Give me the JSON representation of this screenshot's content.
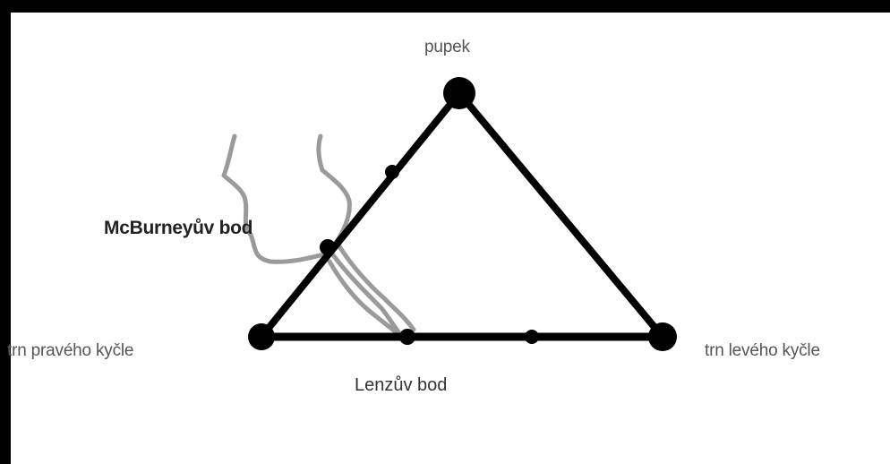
{
  "labels": {
    "navel": "pupek",
    "mcburney": "McBurneyův bod",
    "right_hip": "trn pravého kyčle",
    "left_hip": "trn levého kyčle",
    "lenz": "Lenzův bod"
  },
  "colors": {
    "background": "#ffffff",
    "frame": "#000000",
    "triangle": "#000000",
    "appendix": "#9a9a9a",
    "text": "#333333"
  }
}
